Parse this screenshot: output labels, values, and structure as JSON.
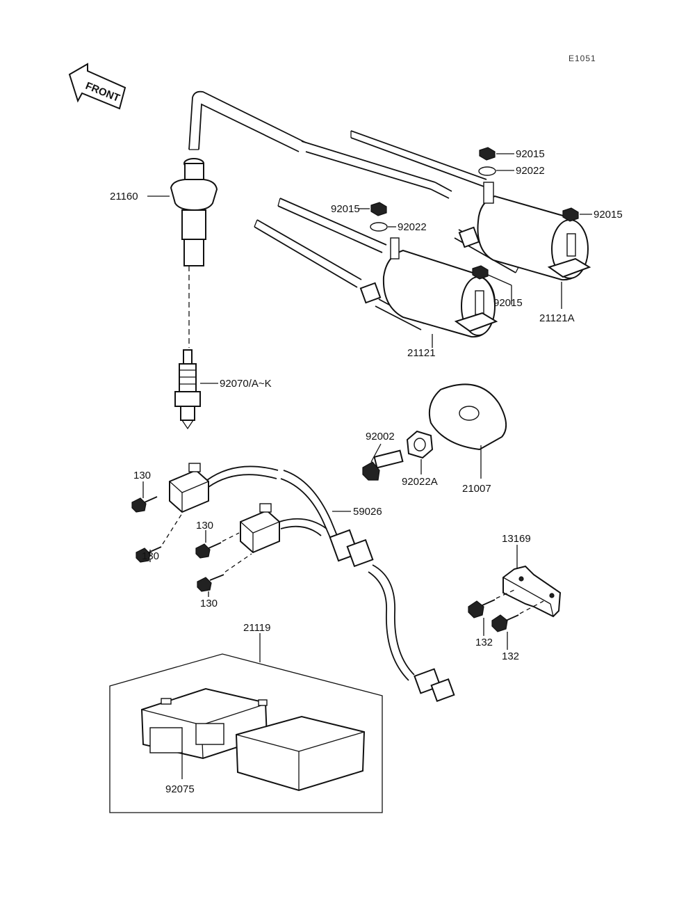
{
  "diagram": {
    "figure_code": "E1051",
    "front_label": "FRONT",
    "parts": {
      "p21160": "21160",
      "p92070": "92070/A~K",
      "p92015_a": "92015",
      "p92022_a": "92022",
      "p92015_b": "92015",
      "p92022_b": "92022",
      "p92015_c": "92015",
      "p92015_d": "92015",
      "p21121": "21121",
      "p21121A": "21121A",
      "p92002": "92002",
      "p92022A": "92022A",
      "p21007": "21007",
      "p59026": "59026",
      "p130_a": "130",
      "p130_b": "130",
      "p130_c": "130",
      "p130_d": "130",
      "p13169": "13169",
      "p132_a": "132",
      "p132_b": "132",
      "p21119": "21119",
      "p92075": "92075"
    }
  }
}
